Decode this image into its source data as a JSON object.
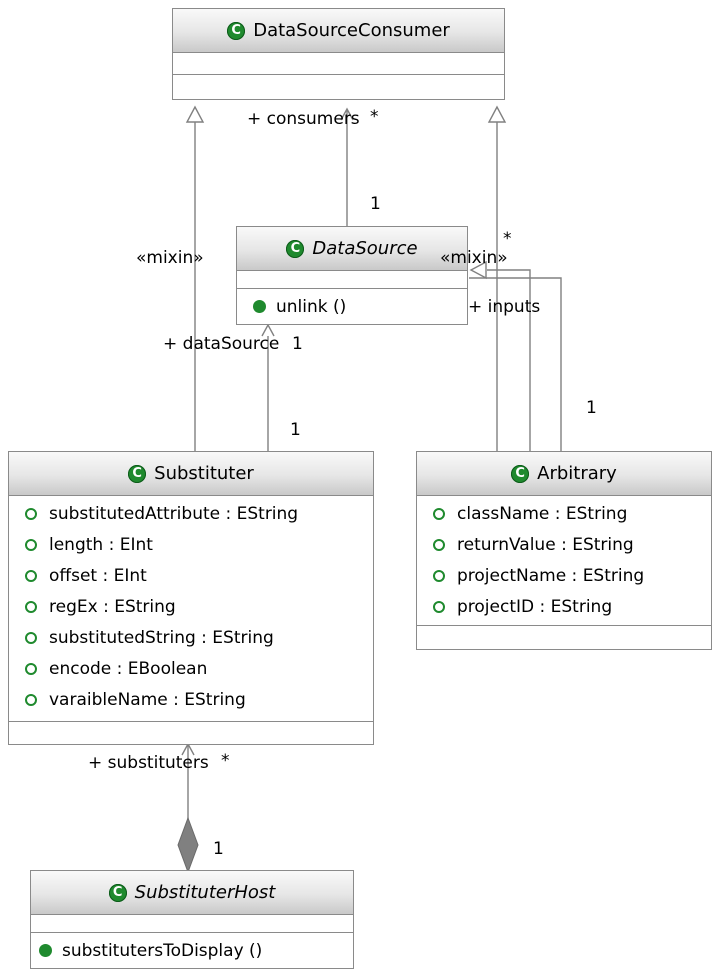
{
  "classes": {
    "data_source_consumer": {
      "name": "DataSourceConsumer"
    },
    "data_source": {
      "name": "DataSource",
      "operations": [
        "unlink ()"
      ]
    },
    "substituter": {
      "name": "Substituter",
      "attributes": [
        "substitutedAttribute : EString",
        "length : EInt",
        "offset : EInt",
        "regEx : EString",
        "substitutedString : EString",
        "encode : EBoolean",
        "varaibleName : EString"
      ]
    },
    "arbitrary": {
      "name": "Arbitrary",
      "attributes": [
        "className : EString",
        "returnValue : EString",
        "projectName : EString",
        "projectID : EString"
      ]
    },
    "substituter_host": {
      "name": "SubstituterHost",
      "operations": [
        "substitutersToDisplay ()"
      ]
    }
  },
  "class_icon_letter": "C",
  "labels": {
    "consumers": "+ consumers",
    "consumers_mult": "*",
    "data_source_mult_one": "1",
    "mixin_left": "«mixin»",
    "mixin_right": "«mixin»",
    "inputs": "+ inputs",
    "inputs_mult": "*",
    "data_source_role": "+ dataSource",
    "data_source_role_mult": "1",
    "substituter_assoc_one": "1",
    "arbitrary_assoc_one": "1",
    "substituters": "+ substituters",
    "substituters_mult": "*",
    "host_mult_one": "1"
  },
  "colors": {
    "icon_green": "#1f8a2e",
    "border": "#8a8a8a",
    "line": "#808080"
  }
}
